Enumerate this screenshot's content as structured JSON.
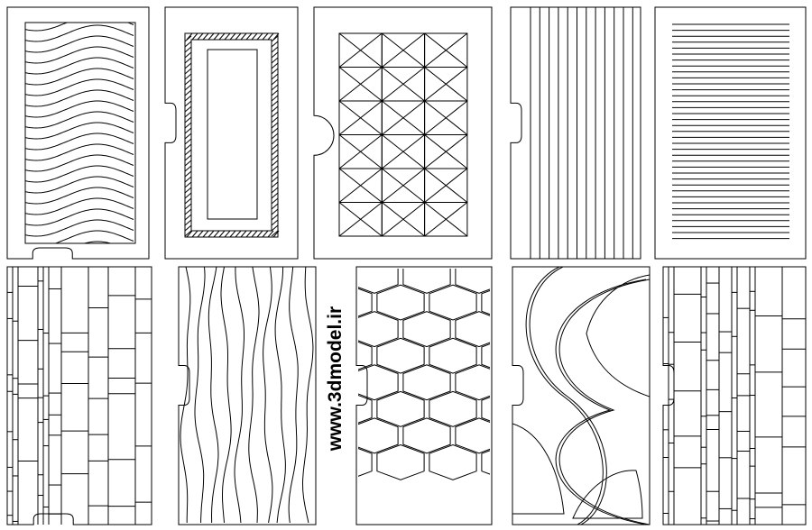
{
  "watermark": {
    "text": "www.3dmodel.ir"
  },
  "panels": [
    {
      "pattern": "waves-horizontal",
      "notch": "bottom"
    },
    {
      "pattern": "double-frame-hatched",
      "notch": "left"
    },
    {
      "pattern": "x-grid",
      "notch": "left-round"
    },
    {
      "pattern": "vertical-lines",
      "notch": "left"
    },
    {
      "pattern": "horizontal-lines",
      "notch": "none"
    },
    {
      "pattern": "random-rectangles",
      "notch": "bottom"
    },
    {
      "pattern": "waves-vertical",
      "notch": "left"
    },
    {
      "pattern": "hexagons",
      "notch": "left"
    },
    {
      "pattern": "ogee",
      "notch": "left"
    },
    {
      "pattern": "random-rectangles",
      "notch": "left"
    }
  ],
  "colors": {
    "line": "#000000",
    "background": "#ffffff"
  }
}
